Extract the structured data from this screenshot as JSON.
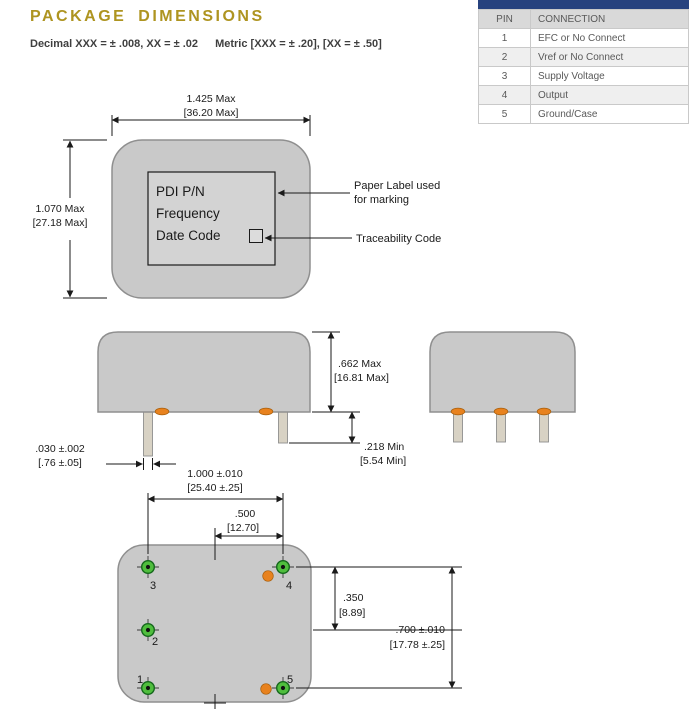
{
  "header": {
    "title": "PACKAGE DIMENSIONS",
    "tolerance_decimal": "Decimal XXX = ± .008, XX = ± .02",
    "tolerance_metric": "Metric [XXX = ± .20], [XX = ± .50]"
  },
  "pin_table": {
    "col_pin": "PIN",
    "col_connection": "CONNECTION",
    "rows": [
      {
        "pin": "1",
        "connection": "EFC or No Connect"
      },
      {
        "pin": "2",
        "connection": "Vref or No Connect"
      },
      {
        "pin": "3",
        "connection": "Supply Voltage"
      },
      {
        "pin": "4",
        "connection": "Output"
      },
      {
        "pin": "5",
        "connection": "Ground/Case"
      }
    ]
  },
  "top_view": {
    "width_in": "1.425 Max",
    "width_mm": "[36.20 Max]",
    "height_in": "1.070 Max",
    "height_mm": "[27.18 Max]",
    "label_line1": "PDI P/N",
    "label_line2": "Frequency",
    "label_line3": "Date Code",
    "note_label_1": "Paper Label used",
    "note_label_2": "for marking",
    "note_trace": "Traceability Code"
  },
  "side_view": {
    "body_height_in": ".662 Max",
    "body_height_mm": "[16.81 Max]",
    "lead_width_in": ".030 ±.002",
    "lead_width_mm": "[.76 ±.05]",
    "lead_length_in": ".218 Min",
    "lead_length_mm": "[5.54 Min]"
  },
  "bottom_view": {
    "pin_span_in": "1.000 ±.010",
    "pin_span_mm": "[25.40 ±.25]",
    "half_span_in": ".500",
    "half_span_mm": "[12.70]",
    "row_offset_in": ".350",
    "row_offset_mm": "[8.89]",
    "row_span_in": ".700 ±.010",
    "row_span_mm": "[17.78 ±.25]",
    "pin1": "1",
    "pin2": "2",
    "pin3": "3",
    "pin4": "4",
    "pin5": "5"
  },
  "colors": {
    "accent_gold": "#AE9420",
    "table_header_bar": "#27427E",
    "body_gray": "#C9C9C9",
    "pin_green": "#4FBE3D",
    "pin_orange": "#E8821E"
  }
}
